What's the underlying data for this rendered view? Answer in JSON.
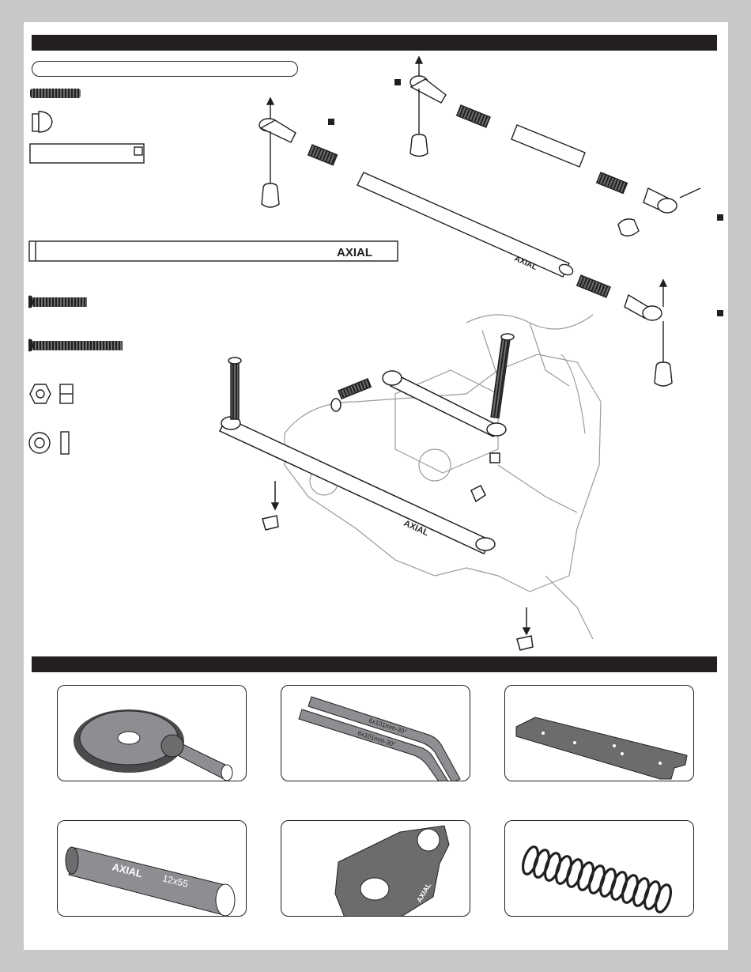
{
  "brand": {
    "logo_text": "AXIAL"
  },
  "parts": {
    "link_tube_label": "6x101mm-30°",
    "shock_body_label": "12x55"
  },
  "colors": {
    "bar": "#231f20",
    "page_bg": "#c7c8ca",
    "part_fill": "#8d8e91"
  }
}
